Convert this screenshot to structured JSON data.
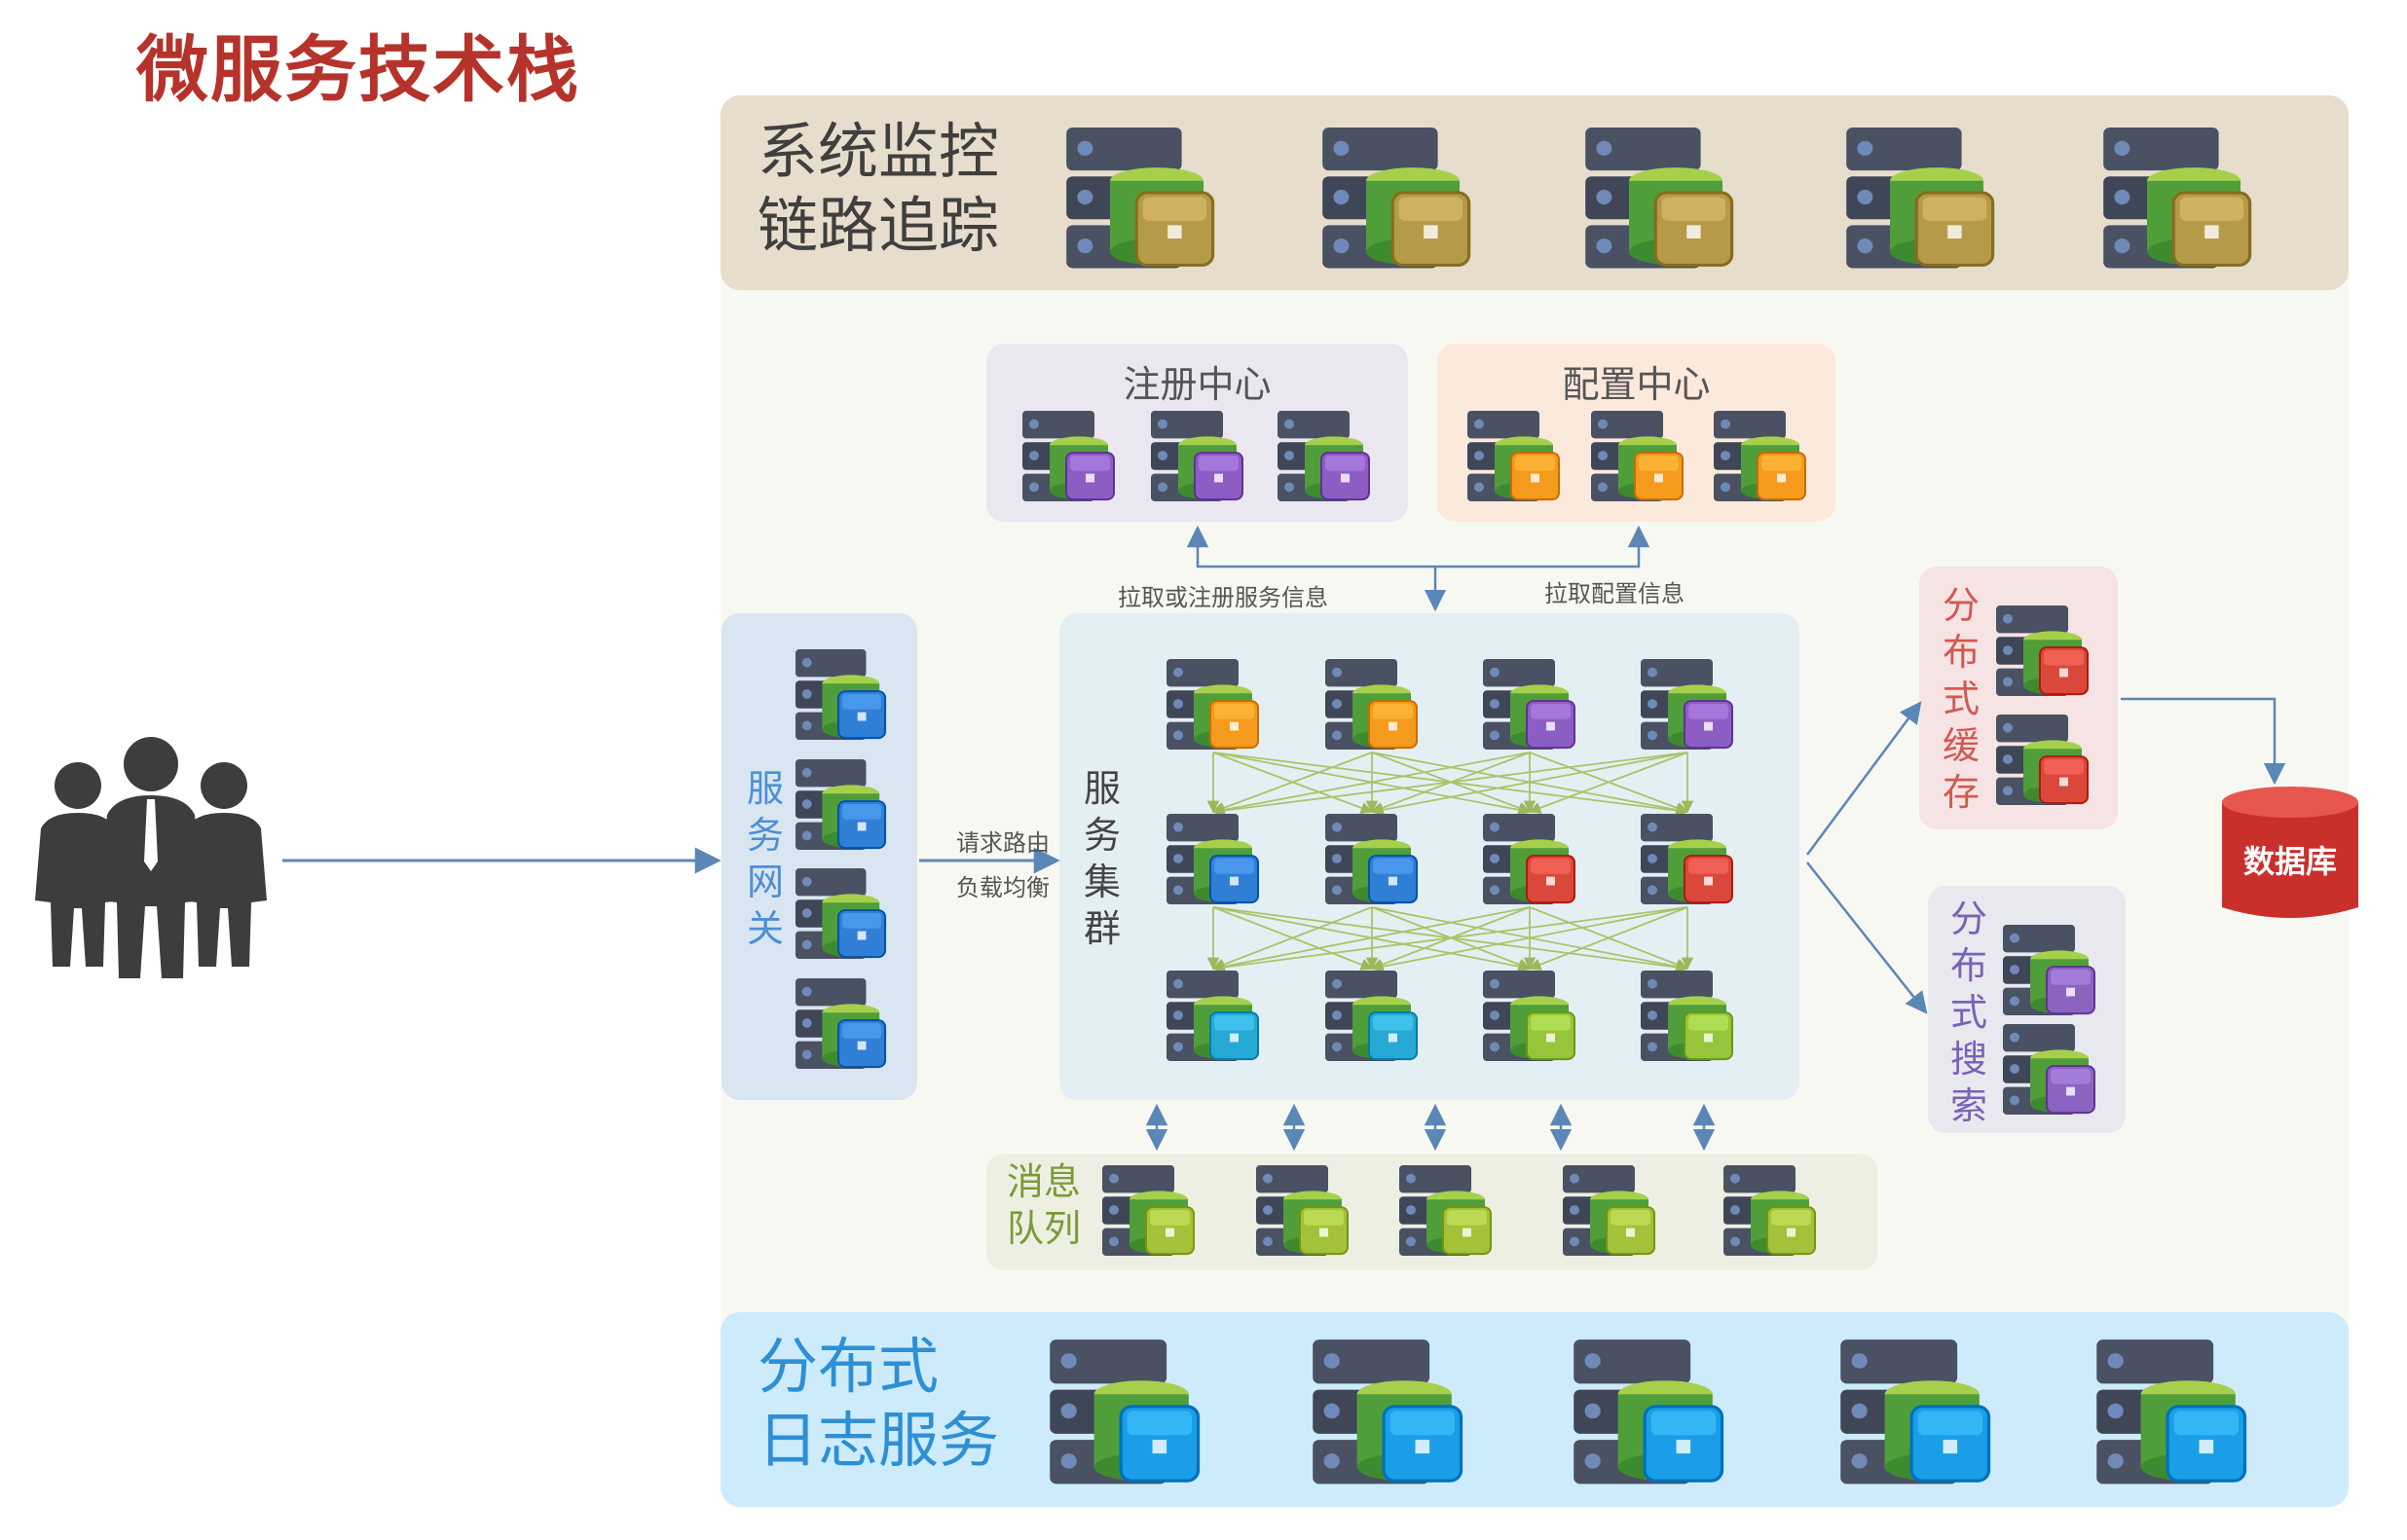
{
  "title": "微服务技术栈",
  "sections": {
    "monitoring": {
      "line1": "系统监控",
      "line2": "链路追踪"
    },
    "logging": {
      "line1": "分布式",
      "line2": "日志服务"
    },
    "registry": {
      "title": "注册中心"
    },
    "config": {
      "title": "配置中心"
    },
    "gateway": {
      "label": "服务网关"
    },
    "cluster": {
      "label": "服务集群"
    },
    "cache": {
      "label": "分布式缓存"
    },
    "search": {
      "label": "分布式搜索"
    },
    "mq": {
      "label_line1": "消息",
      "label_line2": "队列"
    },
    "database": {
      "label": "数据库"
    }
  },
  "edge_labels": {
    "pull_register": "拉取或注册服务信息",
    "pull_config": "拉取配置信息",
    "routing": "请求路由",
    "load_balance": "负载均衡"
  },
  "colors": {
    "title": "#b5332b",
    "monitor_chip": "#b59a4a",
    "log_chip": "#1a9ee8",
    "registry_chip": "#8c5ec4",
    "config_chip": "#f59a1c",
    "gateway_chip": "#2f7fd6",
    "cache_chip": "#d9483b",
    "search_chip": "#8b63c0",
    "mq_chip": "#a3c23a",
    "database": "#c9302c",
    "cluster_chips": [
      "#f59a1c",
      "#f59a1c",
      "#8c5ec4",
      "#8c5ec4",
      "#2f7fd6",
      "#2f7fd6",
      "#d9483b",
      "#d9483b",
      "#27a9d6",
      "#27a9d6",
      "#96c43a",
      "#96c43a"
    ]
  },
  "icons": {
    "users": "people-group-icon",
    "server": "server-rack-icon",
    "database": "database-cylinder-icon"
  }
}
